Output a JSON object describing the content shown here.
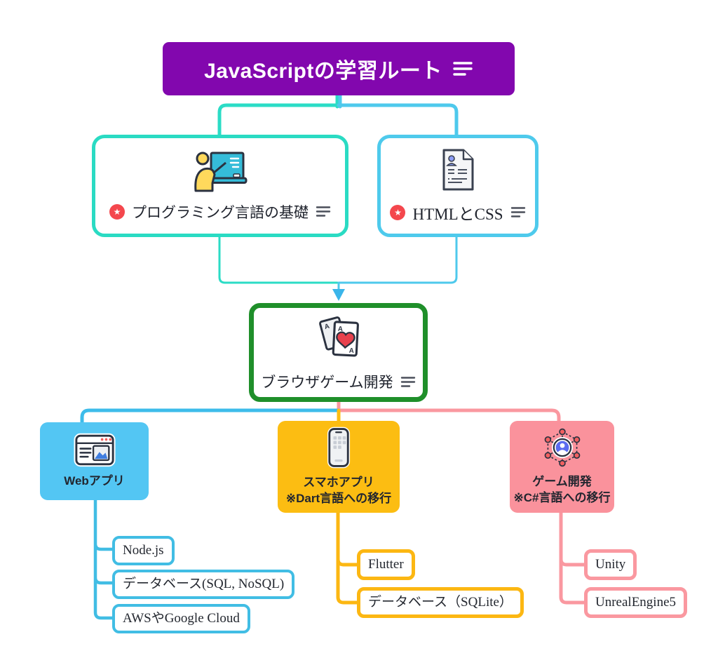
{
  "root": {
    "label": "JavaScriptの学習ルート",
    "menu_icon": "notes-icon"
  },
  "glyphs": {
    "star": "★"
  },
  "nodes": {
    "basics": {
      "label": "プログラミング言語の基礎",
      "icon": "teacher-blackboard-icon",
      "badge_icon": "star-badge-icon",
      "menu_icon": "notes-icon"
    },
    "htmlcss": {
      "label": "HTMLとCSS",
      "icon": "document-profile-icon",
      "badge_icon": "star-badge-icon",
      "menu_icon": "notes-icon"
    },
    "browser_game": {
      "label": "ブラウザゲーム開発",
      "icon": "playing-cards-icon",
      "menu_icon": "notes-icon"
    },
    "web": {
      "label": "Webアプリ",
      "icon": "browser-window-icon"
    },
    "mobile": {
      "label": "スマホアプリ",
      "note": "※Dart言語への移行",
      "icon": "smartphone-icon"
    },
    "game": {
      "label": "ゲーム開発",
      "note": "※C#言語への移行",
      "icon": "network-avatar-icon"
    }
  },
  "leaves": {
    "web": [
      "Node.js",
      "データベース(SQL, NoSQL)",
      "AWSやGoogle Cloud"
    ],
    "mobile": [
      "Flutter",
      "データベース（SQLite）"
    ],
    "game": [
      "Unity",
      "UnrealEngine5"
    ]
  },
  "colors": {
    "root_bg": "#8207ae",
    "basics_border": "#2adbc3",
    "htmlcss_border": "#4ecaec",
    "browser_game_border": "#1f8f2a",
    "web_bg": "#53c6f3",
    "mobile_bg": "#fcbd12",
    "game_bg": "#fa929c",
    "web_leaf_border": "#41bde4",
    "mobile_leaf_border": "#fcb712",
    "game_leaf_border": "#fa98a0",
    "badge_red": "#f4474d",
    "arrow_blue": "#3ab5ea"
  }
}
